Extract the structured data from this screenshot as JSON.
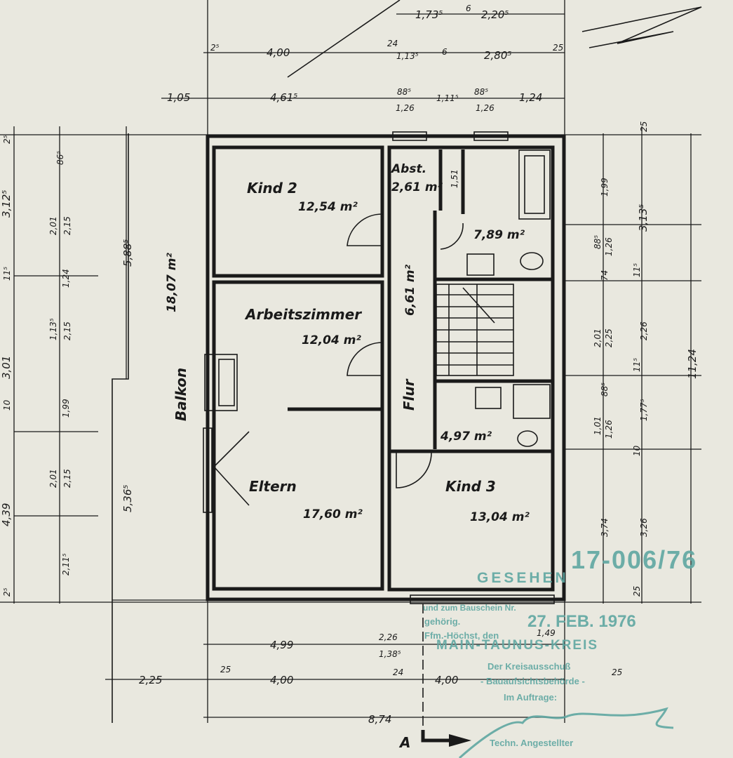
{
  "rooms": {
    "kind2": {
      "name": "Kind 2",
      "area": "12,54 m²"
    },
    "abst": {
      "name": "Abst.",
      "area": "2,61 m²",
      "dim": "1,51"
    },
    "bad": {
      "area": "7,89 m²"
    },
    "arbeitszimmer": {
      "name": "Arbeitszimmer",
      "area": "12,04 m²"
    },
    "flur": {
      "name": "Flur",
      "area": "6,61 m²"
    },
    "wc": {
      "area": "4,97 m²"
    },
    "eltern": {
      "name": "Eltern",
      "area": "17,60 m²"
    },
    "kind3": {
      "name": "Kind 3",
      "area": "13,04 m²"
    },
    "balkon": {
      "name": "Balkon",
      "area": "18,07 m²"
    }
  },
  "dims": {
    "top": [
      "1,73⁵",
      "6",
      "2,20⁵",
      "2⁵",
      "4,00",
      "24",
      "1,13⁵",
      "6",
      "2,80⁵",
      "25",
      "1,05",
      "4,61⁵",
      "88⁵",
      "1,26",
      "1,11⁵",
      "88⁵",
      "1,26",
      "1,24"
    ],
    "left": [
      "2⁵",
      "3,12⁵",
      "11⁵",
      "3,01",
      "10",
      "4,39",
      "2⁵",
      "86⁵",
      "2,01",
      "2,15",
      "1,24",
      "1,13⁵",
      "2,15",
      "1,99",
      "2,01",
      "2,15",
      "2,11⁵",
      "5,88⁵",
      "5,36⁵"
    ],
    "right": [
      "25",
      "1,99",
      "3,13⁵",
      "88⁵",
      "1,26",
      "74",
      "11⁵",
      "2,01",
      "2,25",
      "2,26",
      "11⁵",
      "1,01",
      "88⁵",
      "1,26",
      "1,77⁵",
      "10",
      "3,74",
      "3,26",
      "11,24",
      "25"
    ],
    "bottom": [
      "4,99",
      "2,26",
      "1,38⁵",
      "1,49",
      "2,25",
      "25",
      "4,00",
      "24",
      "4,00",
      "25",
      "8,74"
    ],
    "section_marker": "A"
  },
  "stamp": {
    "line1": "GESEHEN",
    "number": "17-006/76",
    "line2": "und zum Bauschein Nr.",
    "line3": "gehörig.",
    "line4": "Ffm.-Höchst, den",
    "date": "27. FEB. 1976",
    "district": "MAIN-TAUNUS-KREIS",
    "line5": "Der Kreisausschuß",
    "line6": "- Bauaufsichtsbehörde -",
    "line7": "Im Auftrage:",
    "line8": "Techn. Angestellter"
  },
  "colors": {
    "paper": "#e9e8df",
    "ink": "#1a1a1a",
    "stamp": "#5fa7a2"
  }
}
